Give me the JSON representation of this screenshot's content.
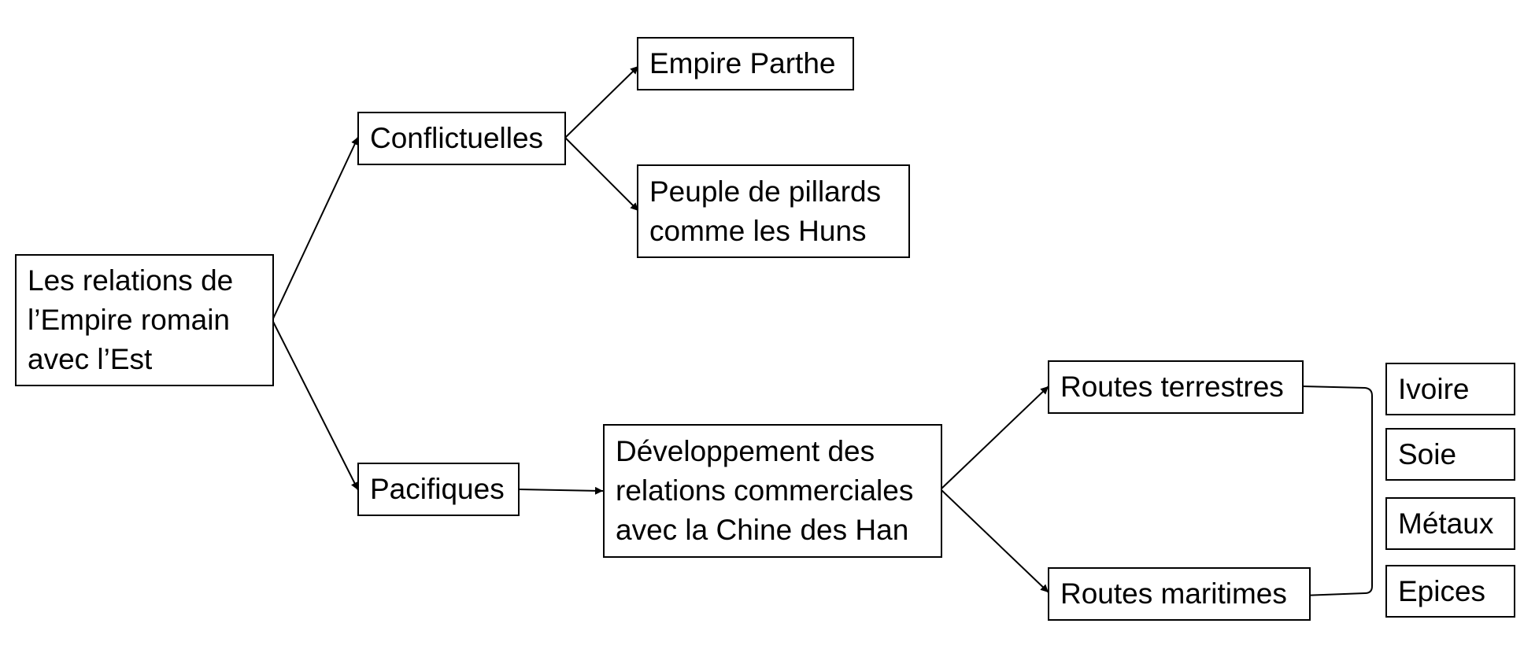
{
  "diagram": {
    "root": {
      "lines": [
        "Les relations de",
        "l’Empire romain",
        "avec l’Est"
      ]
    },
    "conflictuelles": {
      "label": "Conflictuelles",
      "children": {
        "empire_parthe": "Empire Parthe",
        "pillards": {
          "lines": [
            "Peuple de pillards",
            "comme les Huns"
          ]
        }
      }
    },
    "pacifiques": {
      "label": "Pacifiques",
      "developpement": {
        "lines": [
          "Développement des",
          "relations commerciales",
          "avec la Chine des Han"
        ]
      }
    },
    "routes": {
      "terrestres": "Routes terrestres",
      "maritimes": "Routes maritimes"
    },
    "goods": [
      "Ivoire",
      "Soie",
      "Métaux",
      "Epices"
    ]
  }
}
